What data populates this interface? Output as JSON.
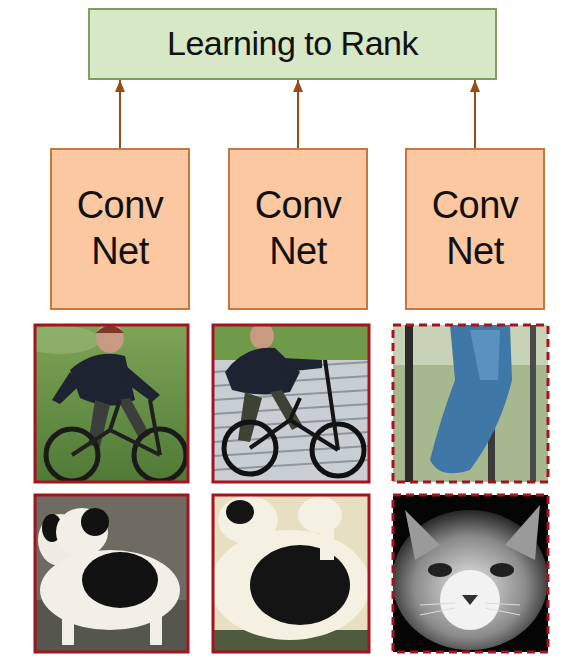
{
  "diagram": {
    "nodes": [
      {
        "text": [
          "Learning to Rank"
        ]
      },
      {
        "text": [
          "Conv Net"
        ]
      },
      {
        "text": [
          "Conv Net"
        ]
      },
      {
        "text": [
          "Conv Net"
        ]
      }
    ],
    "edges": [
      {
        "from": 1,
        "to": 0,
        "arrow": "to"
      },
      {
        "from": 2,
        "to": 0,
        "arrow": "to"
      },
      {
        "from": 3,
        "to": 0,
        "arrow": "to"
      }
    ]
  }
}
